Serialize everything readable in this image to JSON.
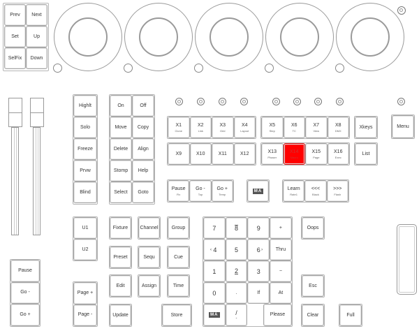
{
  "nav": {
    "prev": "Prev",
    "next": "Next",
    "set": "Set",
    "up": "Up",
    "selfix": "SelFix",
    "down": "Down"
  },
  "col_a": [
    "Highlt",
    "Solo",
    "Freeze",
    "Prvw",
    "Blind"
  ],
  "col_b": [
    [
      "On",
      "Off"
    ],
    [
      "Move",
      "Copy"
    ],
    [
      "Delete",
      "Align"
    ],
    [
      "Stomp",
      "Help"
    ],
    [
      "Select",
      "Goto"
    ]
  ],
  "x_keys": [
    {
      "label": "X1",
      "sub": "Clone"
    },
    {
      "label": "X2",
      "sub": "Link"
    },
    {
      "label": "X3",
      "sub": "Grid"
    },
    {
      "label": "X4",
      "sub": "Layout"
    },
    {
      "label": "X5",
      "sub": "Step"
    },
    {
      "label": "X6",
      "sub": "TC"
    },
    {
      "label": "X7",
      "sub": "View"
    },
    {
      "label": "X8",
      "sub": "DMX"
    },
    {
      "label": "X9",
      "sub": ""
    },
    {
      "label": "X10",
      "sub": ""
    },
    {
      "label": "X11",
      "sub": ""
    },
    {
      "label": "X12",
      "sub": ""
    },
    {
      "label": "X13",
      "sub": "Phaser"
    },
    {
      "label": "X14",
      "sub": "Macro"
    },
    {
      "label": "X15",
      "sub": "Page"
    },
    {
      "label": "X16",
      "sub": "Exec"
    }
  ],
  "xkeys": "Xkeys",
  "list": "List",
  "menu": "Menu",
  "playback": [
    {
      "label": "Pause",
      "sub": "Fix"
    },
    {
      "label": "Go -",
      "sub": "Top"
    },
    {
      "label": "Go +",
      "sub": "Temp"
    }
  ],
  "ma_logo": "MA",
  "learn": [
    {
      "label": "Learn",
      "sub": "Rate1"
    },
    {
      "label": "<<<",
      "sub": "Black"
    },
    {
      "label": ">>>",
      "sub": "Flash"
    }
  ],
  "user": [
    "U1",
    "U2"
  ],
  "main_playback": [
    "Pause",
    "Go -",
    "Go +"
  ],
  "page": [
    "Page +",
    "Page -"
  ],
  "functions": [
    [
      "Fixture",
      "Channel",
      "Group"
    ],
    [
      "Preset",
      "Sequ",
      "Cue"
    ],
    [
      "Edit",
      "Assign",
      "Time"
    ]
  ],
  "update": "Update",
  "store": "Store",
  "keypad": [
    [
      "7",
      "8",
      "9",
      "+"
    ],
    [
      "4",
      "5",
      "6",
      "Thru"
    ],
    [
      "1",
      "2",
      "3",
      "−"
    ],
    [
      "0",
      ".",
      "If",
      "At"
    ]
  ],
  "keypad_bottom": {
    "slash": "/",
    "plus_sub": "+",
    "please": "Please"
  },
  "oops": "Oops",
  "esc": "Esc",
  "clear": "Clear",
  "full": "Full",
  "colors": {
    "active": "#ff0000",
    "border": "#a8a8a8"
  }
}
